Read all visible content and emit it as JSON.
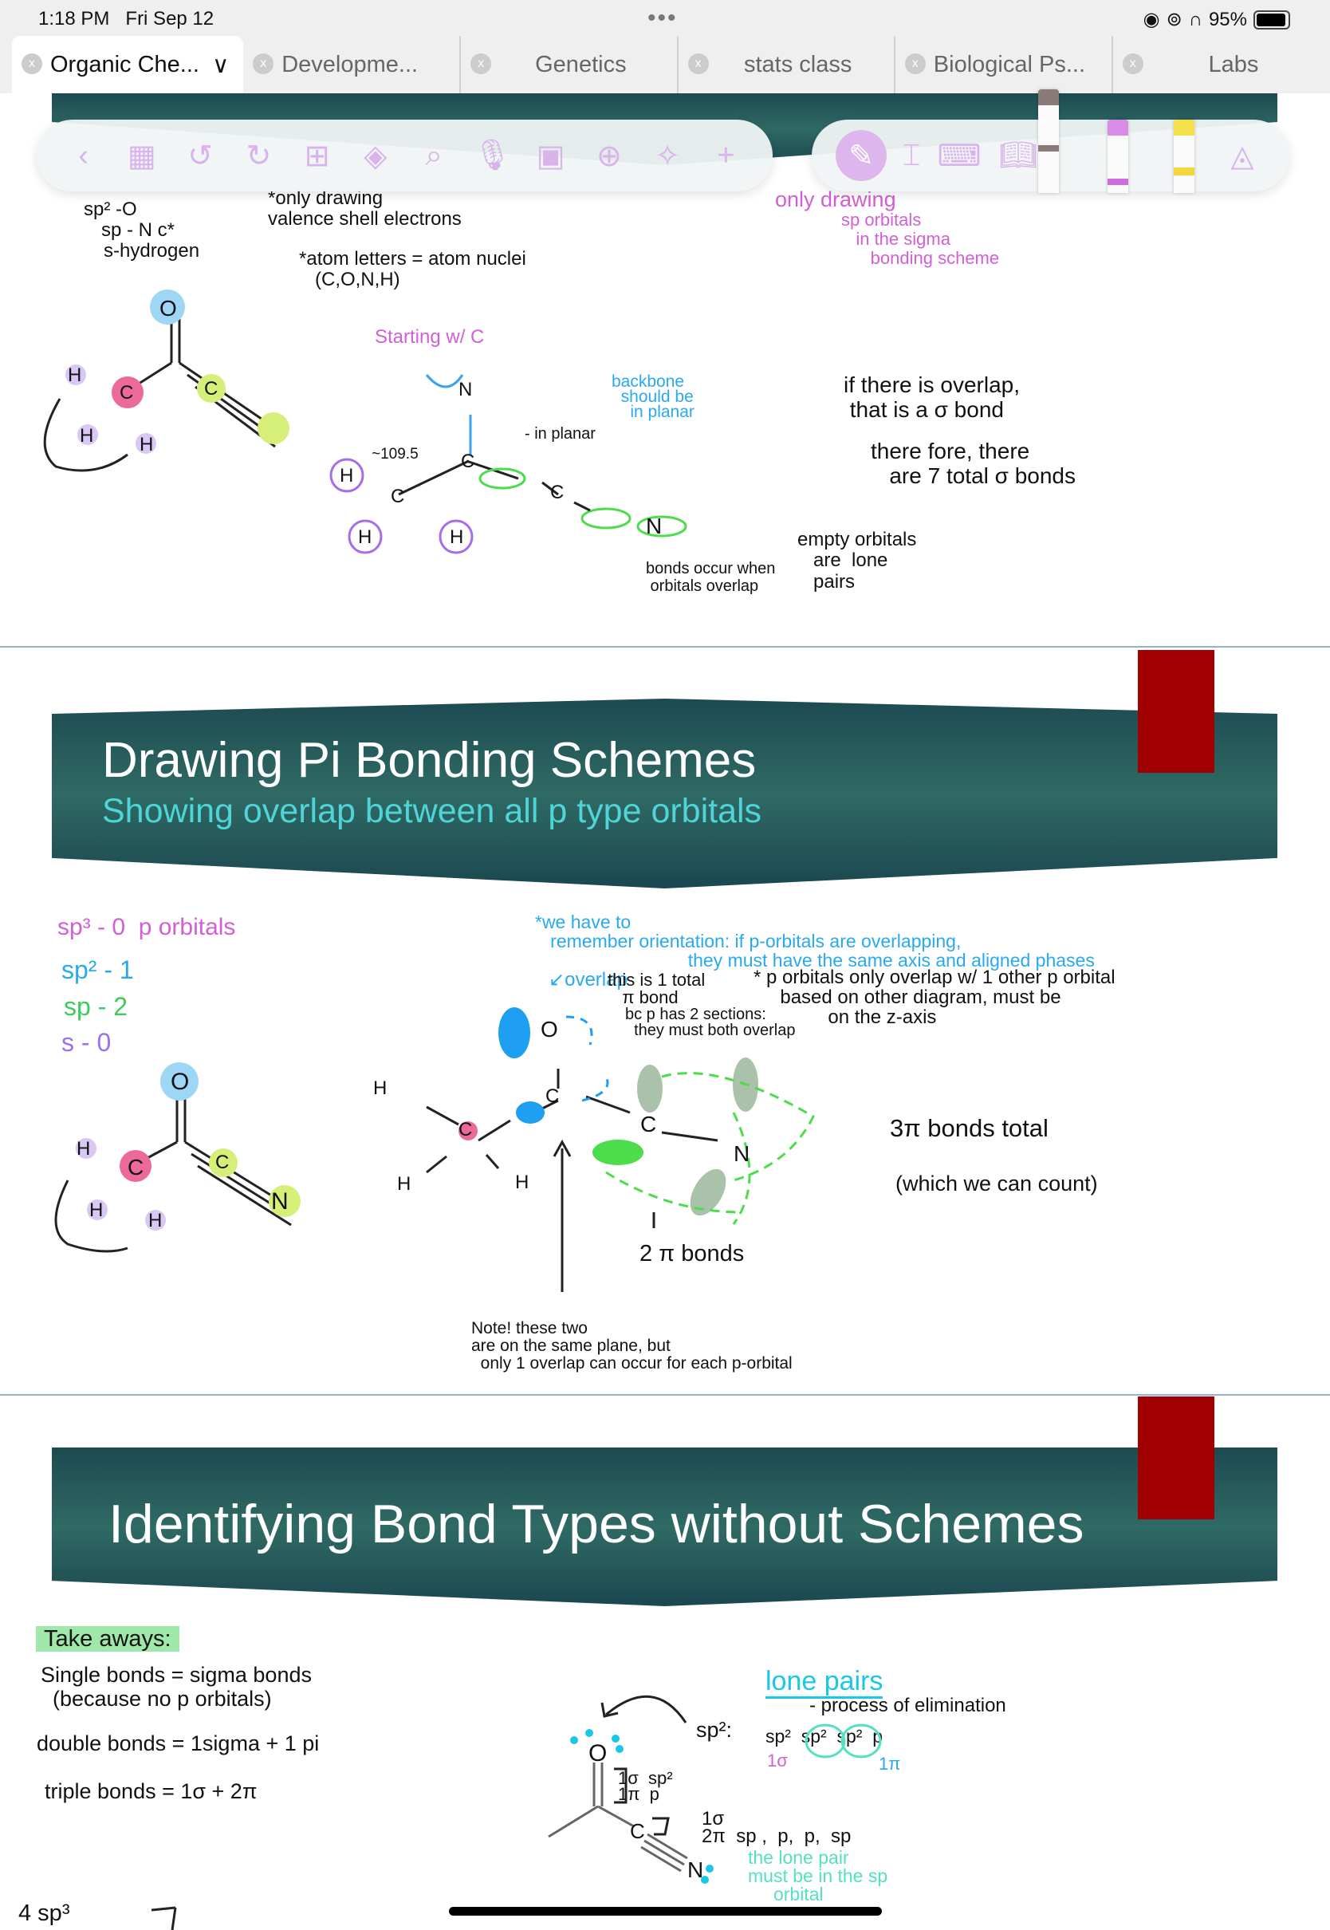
{
  "status_bar": {
    "time": "1:18 PM",
    "date": "Fri Sep 12",
    "battery": "95%",
    "battery_level": 0.95
  },
  "tabs": [
    {
      "label": "Organic Che...",
      "active": true
    },
    {
      "label": "Developme..."
    },
    {
      "label": "Genetics"
    },
    {
      "label": "stats class"
    },
    {
      "label": "Biological Ps..."
    },
    {
      "label": "Labs"
    }
  ],
  "toolbar": {
    "icons": [
      "back-chevron",
      "grid",
      "undo",
      "redo",
      "add-page",
      "layers",
      "search",
      "microphone",
      "media",
      "web",
      "ai-assistant",
      "add"
    ],
    "tools": [
      "pen",
      "lasso",
      "keyboard",
      "book"
    ],
    "accent": "#ddb6ee"
  },
  "slides": [
    {
      "title": "Drawing Pi Bonding Schemes",
      "subtitle": "Showing overlap between all p type orbitals"
    },
    {
      "title": "Identifying Bond Types without Schemes"
    }
  ],
  "notes_page1": [
    "sp² -O",
    "sp - N c*",
    "s-hydrogen",
    "*only drawing\nvalence shell electrons",
    "*atom letters = atom nuclei\n   (C,O,N,H)",
    "Starting w/ C",
    "backbone\n  should be\n    in planar",
    "- in planar",
    "~109.5",
    "bonds occur when\n orbitals overlap",
    "empty orbitals\n   are  lone\n   pairs",
    "only drawing",
    "sp orbitals\n   in the sigma\n      bonding scheme",
    "if there is overlap,\n that is a σ bond",
    "there fore, there\n   are 7 total σ bonds",
    "H",
    "H",
    "H",
    "C",
    "O",
    "C",
    "C",
    "N",
    "H",
    "H",
    "H",
    "C",
    "C",
    "N"
  ],
  "notes_page2": [
    "sp³ - 0  p orbitals",
    "sp² - 1",
    "sp - 2",
    "s - 0",
    "*we have to\n   remember orientation: if p-orbitals are overlapping,\n                              they must have the same axis and aligned phases",
    "↙overlap",
    "this is 1 total\n   π bond",
    "bc p has 2 sections:\n  they must both overlap",
    "* p orbitals only overlap w/ 1 other p orbital\n     based on other diagram, must be\n              on the z-axis",
    "3π bonds total",
    "(which we can count)",
    "2 π bonds",
    "Note! these two\nare on the same plane, but\n  only 1 overlap can occur for each p-orbital",
    "H",
    "H",
    "H",
    "C",
    "O",
    "C",
    "C",
    "N",
    "H",
    "C",
    "O",
    "C",
    "N",
    "H",
    "H"
  ],
  "notes_page3": [
    "Take aways:",
    "Single bonds = sigma bonds\n  (because no p orbitals)",
    "double bonds = 1sigma + 1 pi",
    "triple bonds = 1σ + 2π",
    "4 sp³",
    "lone pairs",
    "- process of elimination",
    "sp²:",
    "sp²  sp²  sp²  p",
    "1σ",
    "1π",
    "1σ  sp²\n1π  p",
    "1σ\n2π  sp ,  p,  p,  sp",
    "the lone pair\nmust be in the sp\n     orbital",
    "O",
    "C",
    "N"
  ]
}
